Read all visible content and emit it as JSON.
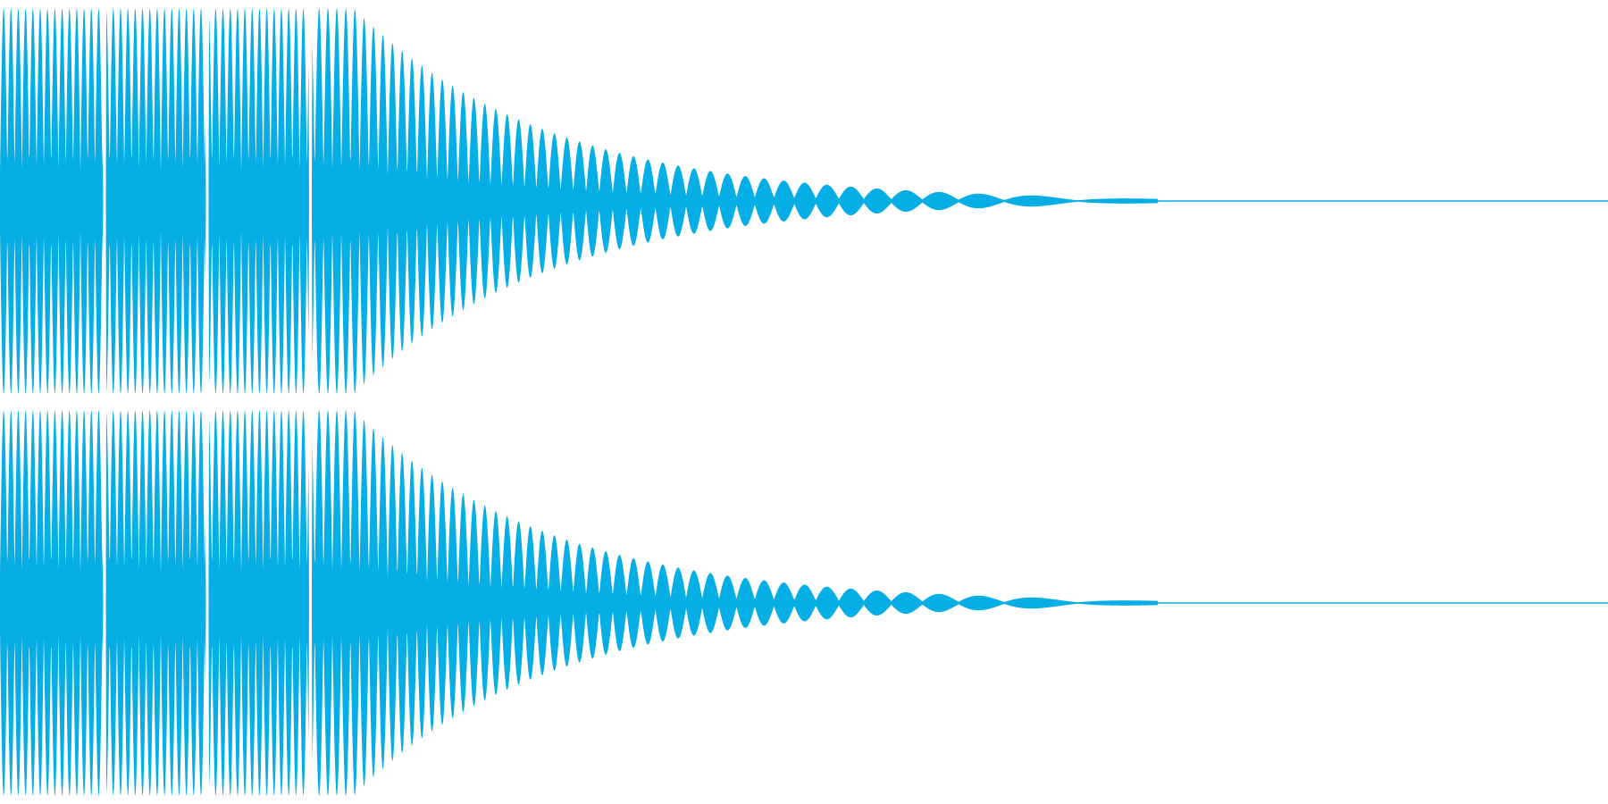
{
  "waveform": {
    "channels": [
      {
        "id": "left"
      },
      {
        "id": "right"
      }
    ],
    "color": "#05aee4",
    "background": "#ffffff",
    "envelope": {
      "pulses": [
        {
          "start": 0.0,
          "end": 0.064,
          "level": 1.0
        },
        {
          "start": 0.066,
          "end": 0.128,
          "level": 1.0
        },
        {
          "start": 0.13,
          "end": 0.192,
          "level": 1.0
        },
        {
          "start": 0.194,
          "end": 0.72,
          "level": 1.0,
          "decay": true
        }
      ],
      "silence_from": 0.72
    }
  }
}
